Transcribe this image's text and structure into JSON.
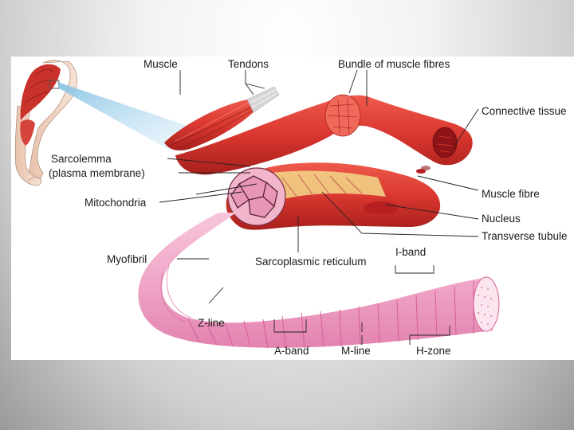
{
  "labels": {
    "muscle": "Muscle",
    "tendons": "Tendons",
    "bundle": "Bundle of muscle fibres",
    "connective": "Connective tissue",
    "sarcolemma_1": "Sarcolemma",
    "sarcolemma_2": "(plasma membrane)",
    "mitochondria": "Mitochondria",
    "muscle_fibre": "Muscle fibre",
    "nucleus": "Nucleus",
    "transverse": "Transverse tubule",
    "myofibril": "Myofibril",
    "sarcoplasmic": "Sarcoplasmic reticulum",
    "iband": "I-band",
    "zline": "Z-line",
    "aband": "A-band",
    "mline": "M-line",
    "hzone": "H-zone"
  },
  "colors": {
    "muscle_red": "#d9372f",
    "muscle_dark": "#a81f1c",
    "myofibril_pink": "#f0a7c8",
    "myofibril_line": "#d55f96",
    "skin": "#f1d6c3",
    "lens_blue": "#a9d3ea"
  }
}
